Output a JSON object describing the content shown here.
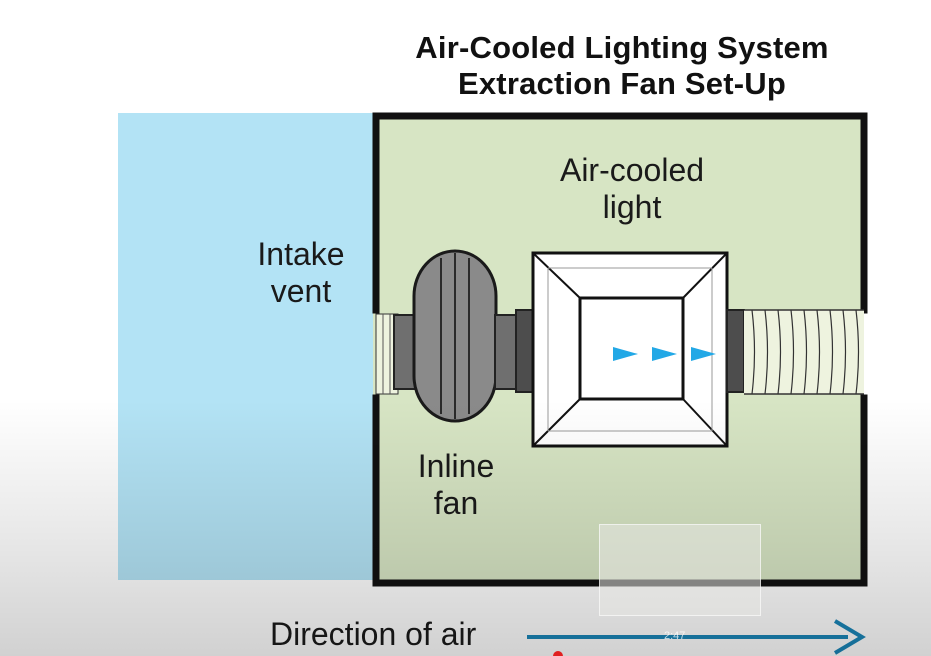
{
  "diagram": {
    "title_line1": "Air-Cooled Lighting System",
    "title_line2": "Extraction Fan Set-Up",
    "labels": {
      "intake_line1": "Intake",
      "intake_line2": "vent",
      "light_line1": "Air-cooled",
      "light_line2": "light",
      "fan_line1": "Inline",
      "fan_line2": "fan",
      "direction": "Direction of air"
    },
    "colors": {
      "intake_blue": "#b3e3f5",
      "room_green": "#d7e5c4",
      "wall": "#111111",
      "duct_grey": "#6f6f6f",
      "fan_grey": "#8a8a8a",
      "arrow_blue": "#1a86b8",
      "flow_arrow": "#22a8e6"
    }
  },
  "video_overlay": {
    "preview_timestamp": "2:47"
  }
}
